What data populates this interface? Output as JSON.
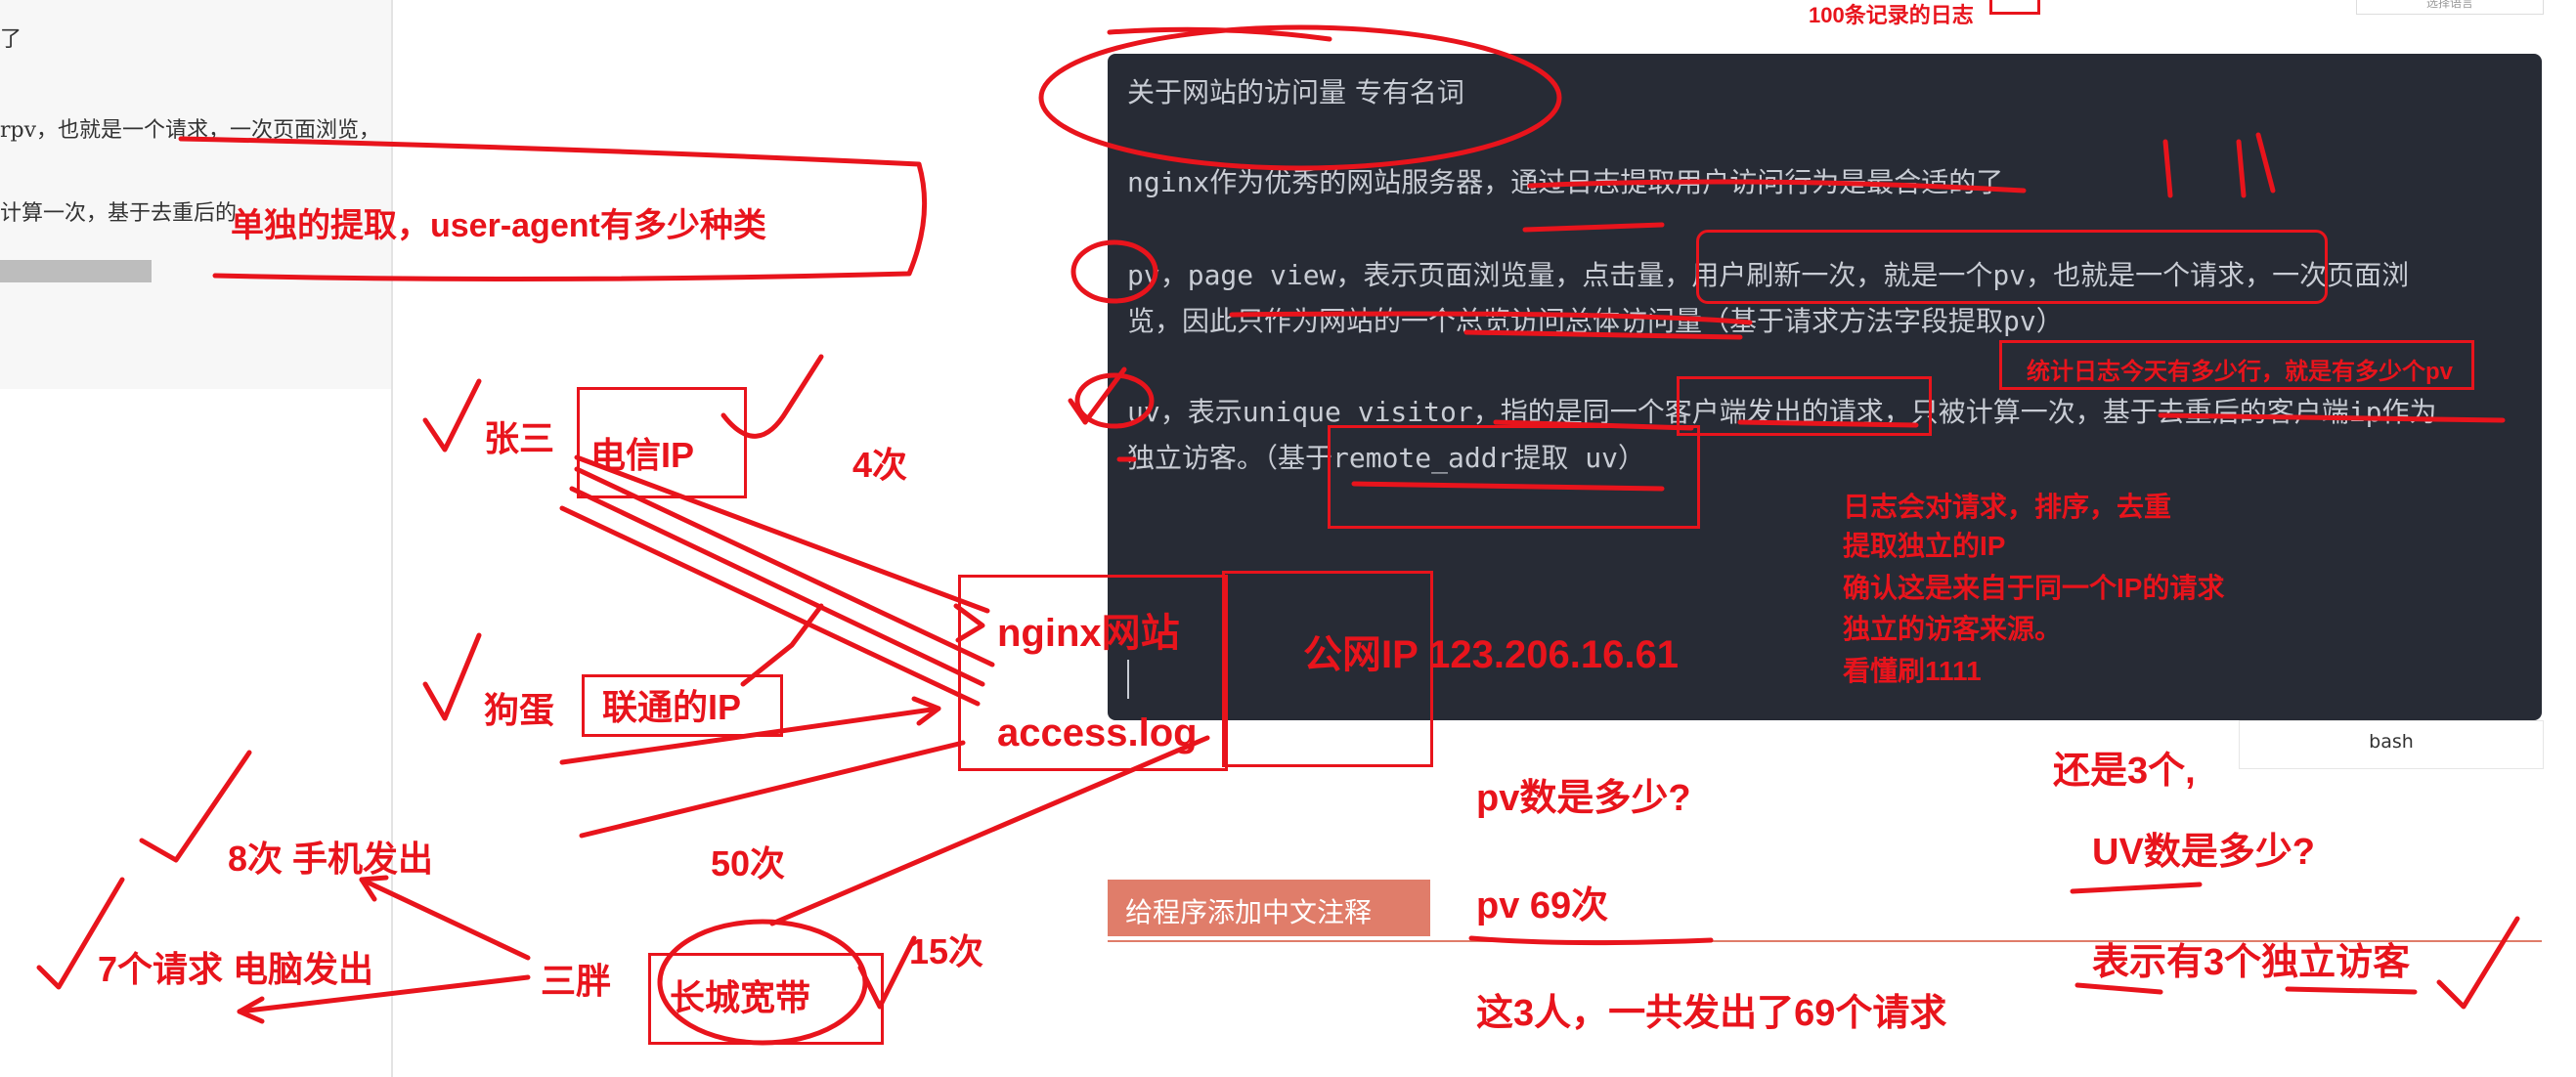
{
  "left_doc": {
    "line1": "了",
    "line2": "rpv，也就是一个请求，一次页面浏览，",
    "line3": "计算一次，基于去重后的"
  },
  "top_label": "选择语言",
  "top_note": "100条记录的日志",
  "code_block": {
    "title": "关于网站的访问量  专有名词",
    "p1": "nginx作为优秀的网站服务器，通过日志提取用户访问行为是最合适的了",
    "p2a": "pv，page view，表示页面浏览量，点击量，用户刷新一次，就是一个pv，也就是一个请求，一次页面浏",
    "p2b": "览，因此只作为网站的一个总览访问总体访问量（基于请求方法字段提取pv）",
    "p3a": "uv，表示unique visitor，指的是同一个客户端发出的请求，只被计算一次，基于去重后的客户端ip作为",
    "p3b": "独立访客。（基于remote_addr提取 uv）"
  },
  "bash_label": "bash",
  "section_button": "给程序添加中文注释",
  "annotations": {
    "user_agent": "单独的提取，user-agent有多少种类",
    "zhangsan": "张三",
    "telecom_ip": "电信IP",
    "times4": "4次",
    "goudan": "狗蛋",
    "unicom_ip": "联通的IP",
    "sanpang": "三胖",
    "great_wall": "长城宽带",
    "phone": "8次 手机发出",
    "pc": "7个请求 电脑发出",
    "times50": "50次",
    "times15": "15次",
    "nginx_site": "nginx网站",
    "access_log": "access.log",
    "public_ip": "公网IP  123.206.16.61",
    "log_count_note": "统计日志今天有多少行，就是有多少个pv",
    "dedupe_1": "日志会对请求，排序，去重",
    "dedupe_2": "提取独立的IP",
    "dedupe_3": "确认这是来自于同一个IP的请求",
    "dedupe_4": "独立的访客来源。",
    "dedupe_5": "看懂刷1111",
    "pv_question": "pv数是多少?",
    "pv_answer": "pv  69次",
    "total_note": "这3人，一共发出了69个请求",
    "still3": "还是3个,",
    "uv_question": "UV数是多少?",
    "uv_answer": "表示有3个独立访客"
  },
  "colors": {
    "ink": "#e8141c",
    "code_bg": "#272b35",
    "code_text": "#c8ccd4",
    "section_btn": "#e07d6a"
  }
}
